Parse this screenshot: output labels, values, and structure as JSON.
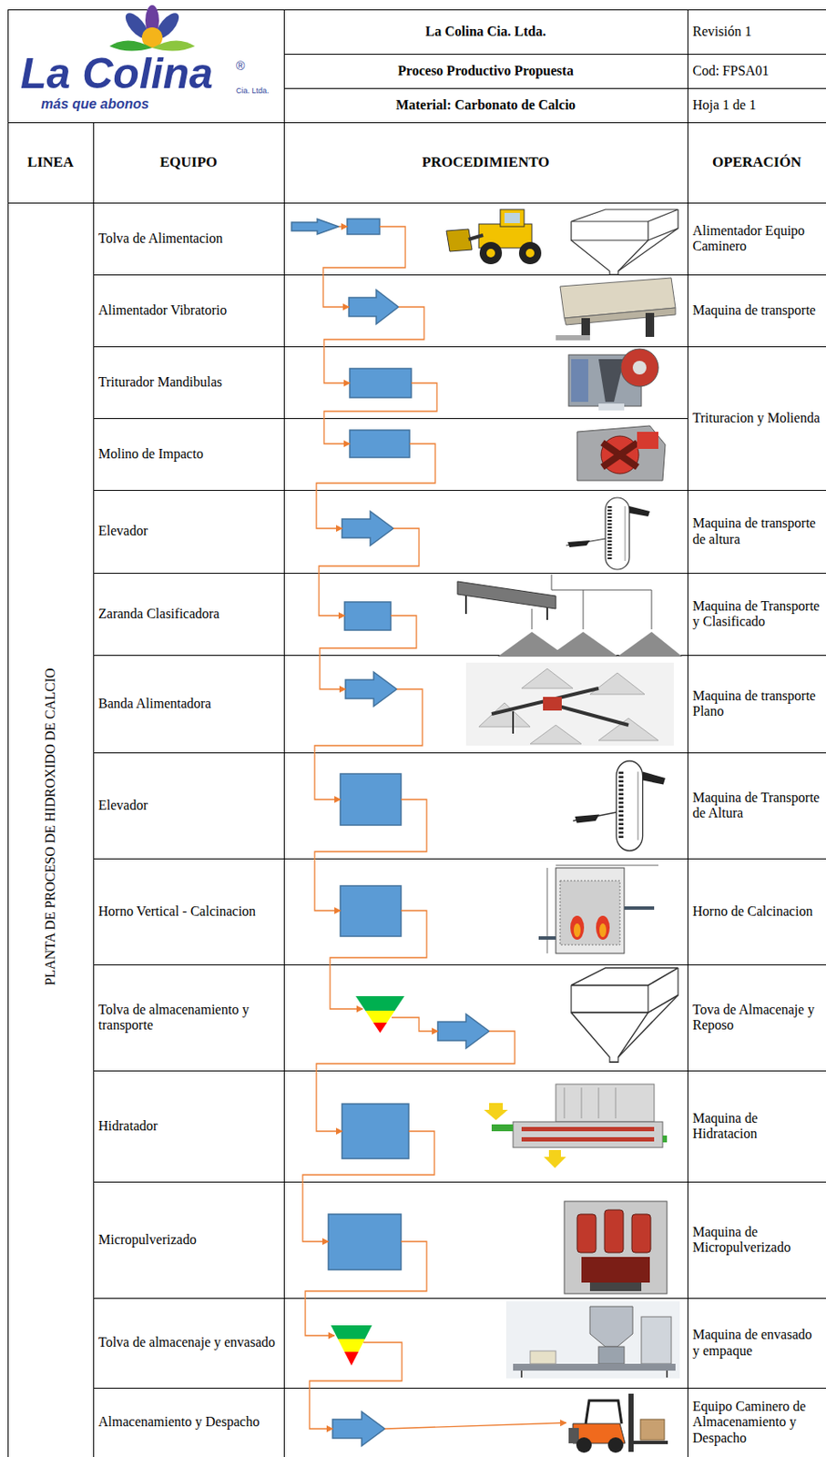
{
  "diagram": {
    "labels": [
      "La Colina",
      "®",
      "Cia. Ltda.",
      "más que abonos",
      "La Colina Cia. Ltda.",
      "Revisión 1",
      "Proceso Productivo Propuesta",
      "Cod: FPSA01",
      "Material: Carbonato de Calcio",
      "Hoja 1 de 1",
      "LINEA",
      "EQUIPO",
      "PROCEDIMIENTO",
      "OPERACIÓN",
      "PLANTA DE PROCESO DE HIDROXIDO DE CALCIO",
      "Tolva de Alimentacion",
      "Alimentador Equipo Caminero",
      "Alimentador Vibratorio",
      "Maquina de transporte",
      "Triturador Mandibulas",
      "Trituracion y Molienda",
      "Molino de Impacto",
      "Elevador",
      "Maquina de transporte de altura",
      "Zaranda Clasificadora",
      "Maquina de Transporte y Clasificado",
      "Banda Alimentadora",
      "Maquina de transporte Plano",
      "Elevador",
      "Maquina de Transporte de Altura",
      "Horno Vertical - Calcinacion",
      "Horno de Calcinacion",
      "Tolva de almacenamiento y transporte",
      "Tova de Almacenaje y Reposo",
      "Hidratador",
      "Maquina de Hidratacion",
      "Micropulverizado",
      "Maquina de Micropulverizado",
      "Tolva de almacenaje y envasado",
      "Maquina de envasado y empaque",
      "Almacenamiento y Despacho",
      "Equipo Caminero de Almacenamiento y Despacho"
    ]
  }
}
